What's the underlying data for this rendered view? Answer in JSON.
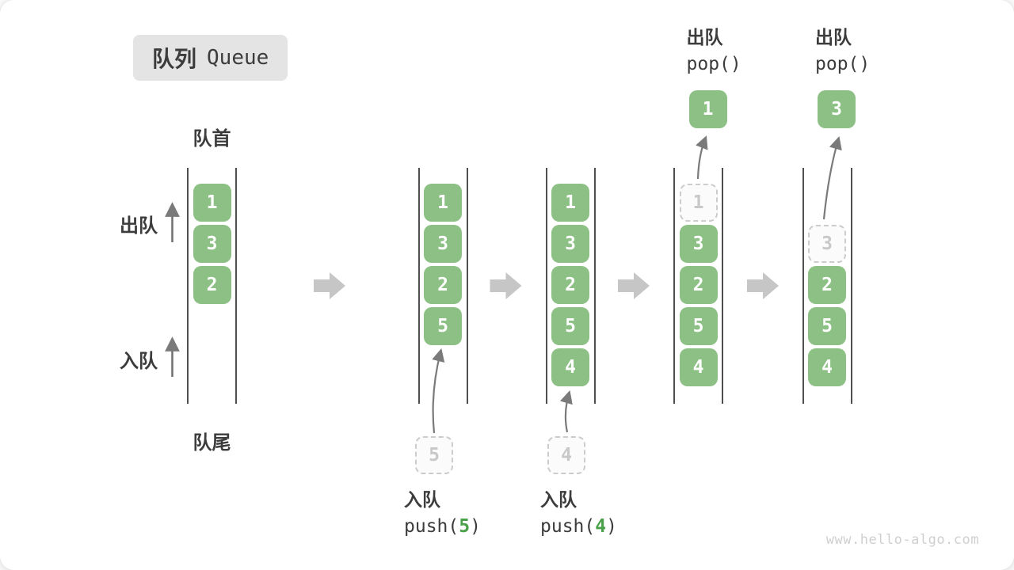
{
  "title": {
    "zh": "队列",
    "en": "Queue"
  },
  "labels": {
    "front": "队首",
    "rear": "队尾",
    "dequeue_side": "出队",
    "enqueue_side": "入队"
  },
  "watermark": "www.hello-algo.com",
  "colors": {
    "box_green": "#8cc084",
    "code_green": "#4aa14a",
    "ink": "#3c3c3c",
    "wall": "#4f4f4f",
    "arrow": "#7a7a7a",
    "arrow_dark": "#6f6f6f",
    "block_arrow": "#c6c6c6",
    "ghost_border": "#cccccc",
    "ghost_bg": "#fbfbfb",
    "ghost_text": "#c8c8c8",
    "badge_bg": "#e4e4e4",
    "watermark": "#cfcfcf"
  },
  "columns": [
    {
      "name": "state-initial",
      "items": [
        {
          "value": "1",
          "slot": 0
        },
        {
          "value": "3",
          "slot": 1
        },
        {
          "value": "2",
          "slot": 2
        }
      ]
    },
    {
      "name": "state-after-push-5",
      "items": [
        {
          "value": "1",
          "slot": 0
        },
        {
          "value": "3",
          "slot": 1
        },
        {
          "value": "2",
          "slot": 2
        },
        {
          "value": "5",
          "slot": 3
        }
      ],
      "incoming": {
        "value": "5"
      },
      "op": {
        "position": "bottom",
        "label": "入队",
        "code_prefix": "push(",
        "code_arg": "5",
        "code_suffix": ")"
      }
    },
    {
      "name": "state-after-push-4",
      "items": [
        {
          "value": "1",
          "slot": 0
        },
        {
          "value": "3",
          "slot": 1
        },
        {
          "value": "2",
          "slot": 2
        },
        {
          "value": "5",
          "slot": 3
        },
        {
          "value": "4",
          "slot": 4
        }
      ],
      "incoming": {
        "value": "4"
      },
      "op": {
        "position": "bottom",
        "label": "入队",
        "code_prefix": "push(",
        "code_arg": "4",
        "code_suffix": ")"
      }
    },
    {
      "name": "state-pop-1",
      "items": [
        {
          "value": "1",
          "slot": 0,
          "ghost": true
        },
        {
          "value": "3",
          "slot": 1
        },
        {
          "value": "2",
          "slot": 2
        },
        {
          "value": "5",
          "slot": 3
        },
        {
          "value": "4",
          "slot": 4
        }
      ],
      "popped": {
        "value": "1"
      },
      "op": {
        "position": "top",
        "label": "出队",
        "code_prefix": "pop()",
        "code_arg": "",
        "code_suffix": ""
      }
    },
    {
      "name": "state-pop-3",
      "items": [
        {
          "value": "3",
          "slot": 1,
          "ghost": true
        },
        {
          "value": "2",
          "slot": 2
        },
        {
          "value": "5",
          "slot": 3
        },
        {
          "value": "4",
          "slot": 4
        }
      ],
      "popped": {
        "value": "3"
      },
      "op": {
        "position": "top",
        "label": "出队",
        "code_prefix": "pop()",
        "code_arg": "",
        "code_suffix": ""
      }
    }
  ]
}
